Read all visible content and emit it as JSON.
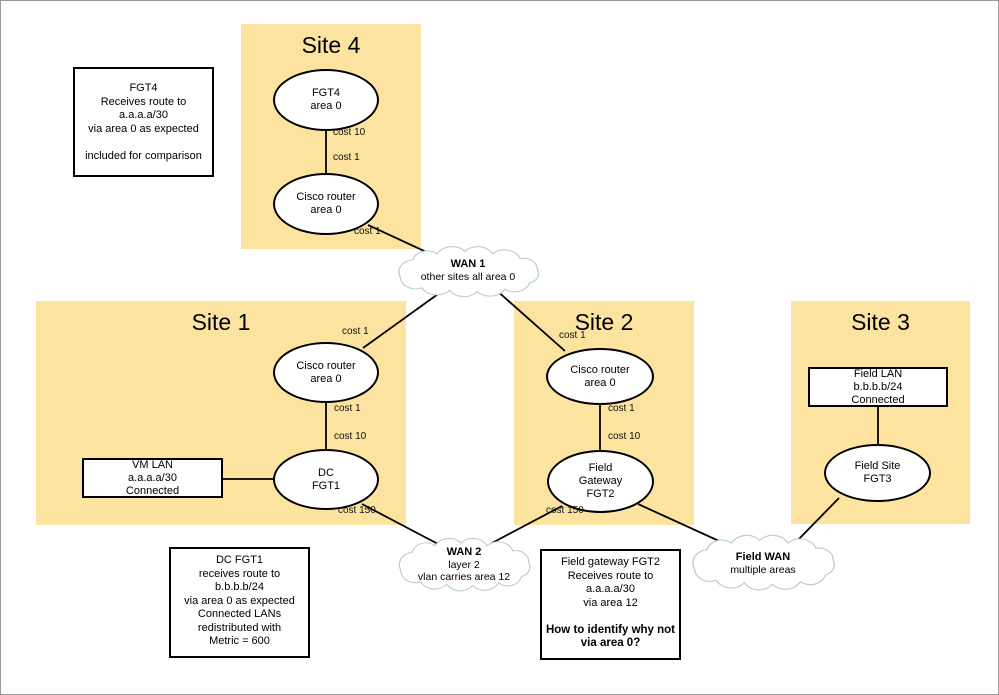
{
  "colors": {
    "site_background": "#FCE3A0",
    "cloud_stroke": "#B5CAD5",
    "line": "#000000",
    "canvas_border": "#999999"
  },
  "sites": {
    "site4": {
      "title": "Site 4"
    },
    "site1": {
      "title": "Site 1"
    },
    "site2": {
      "title": "Site 2"
    },
    "site3": {
      "title": "Site 3"
    }
  },
  "nodes": {
    "fgt4": [
      "FGT4",
      "area 0"
    ],
    "cisco_site4": [
      "Cisco router",
      "area 0"
    ],
    "cisco_site1": [
      "Cisco router",
      "area 0"
    ],
    "dc_fgt1": [
      "DC",
      "FGT1"
    ],
    "cisco_site2": [
      "Cisco router",
      "area 0"
    ],
    "field_gateway_fgt2": [
      "Field",
      "Gateway",
      "FGT2"
    ],
    "field_site_fgt3": [
      "Field Site",
      "FGT3"
    ]
  },
  "lan_boxes": {
    "vm_lan": [
      "VM LAN",
      "a.a.a.a/30",
      "Connected"
    ],
    "field_lan": [
      "Field LAN",
      "b.b.b.b/24",
      "Connected"
    ]
  },
  "clouds": {
    "wan1": {
      "name": "WAN 1",
      "lines": [
        "other sites all area 0"
      ]
    },
    "wan2": {
      "name": "WAN 2",
      "lines": [
        "layer 2",
        "vlan carries area 12"
      ]
    },
    "field_wan": {
      "name": "Field WAN",
      "lines": [
        "multiple areas"
      ]
    }
  },
  "notes": {
    "fgt4": [
      "FGT4",
      "Receives route to",
      "a.a.a.a/30",
      "via area 0 as expected",
      "",
      "included for comparison"
    ],
    "dc_fgt1": [
      "DC FGT1",
      "receives route to",
      "b.b.b.b/24",
      "via area 0 as expected",
      "Connected LANs",
      "redistributed with",
      "Metric = 600"
    ],
    "fgt2": {
      "plain": [
        "Field gateway FGT2",
        "Receives route to",
        "a.a.a.a/30",
        "via area 12"
      ],
      "bold": [
        "How to identify why not",
        "via area 0?"
      ]
    }
  },
  "cost_labels": {
    "site4_upper": "cost 10",
    "site4_lower": "cost 1",
    "site4_to_wan1": "cost 1",
    "wan1_to_site1": "cost 1",
    "site1_upper": "cost 1",
    "site1_lower": "cost 10",
    "site1_to_wan2": "cost 150",
    "wan1_to_site2": "cost 1",
    "site2_upper": "cost 1",
    "site2_lower": "cost 10",
    "site2_to_wan2": "cost 150"
  }
}
